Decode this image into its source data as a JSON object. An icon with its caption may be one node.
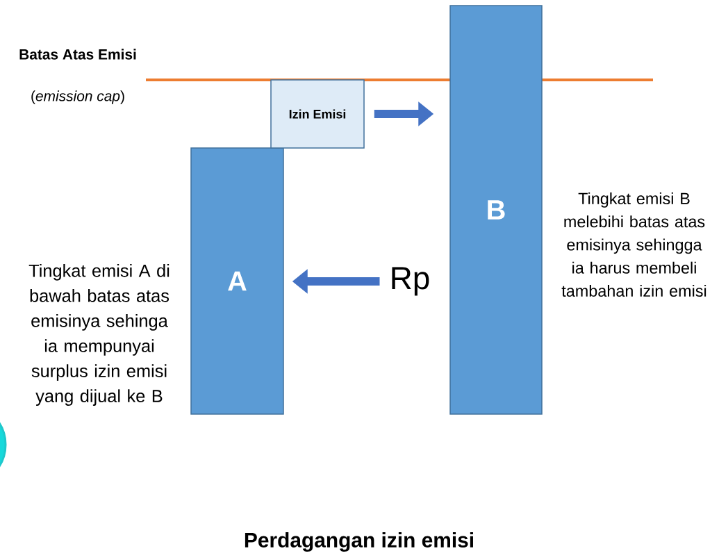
{
  "diagram": {
    "caption": "Perdagangan izin emisi",
    "nodes": [
      {
        "text": [
          "A"
        ],
        "beside": [
          "Tingkat emisi A di bawah batas atas emisinya sehinga ia mempunyai surplus izin emisi yang dijual ke B"
        ]
      },
      {
        "text": [
          "B"
        ],
        "beside": [
          "Tingkat emisi B melebihi batas atas emisinya sehingga ia harus membeli tambahan izin emisi"
        ]
      },
      {
        "text": [
          "Izin Emisi"
        ]
      },
      {
        "text": [
          "Rp"
        ]
      }
    ],
    "edges": [
      {
        "from": 2,
        "to": 1,
        "arrow": "to"
      },
      {
        "from": 3,
        "to": 0,
        "arrow": "to"
      }
    ],
    "labels": [
      "Batas Atas Emisi",
      "(*emission cap*)"
    ]
  }
}
